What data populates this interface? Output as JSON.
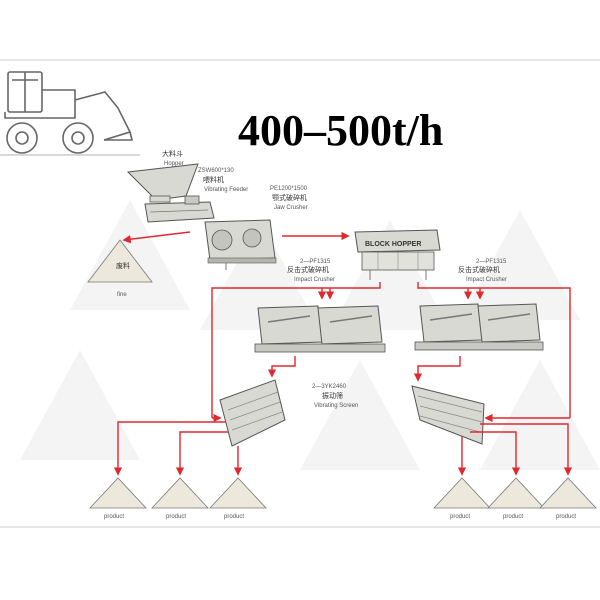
{
  "title": "400–500t/h",
  "colors": {
    "flow": "#e0282e",
    "outline": "#555555",
    "machine": "#d9d9d4",
    "product": "#ece8dc",
    "watermark": "#f3f3f3"
  },
  "labels": {
    "hopper_cn": "大料斗",
    "hopper_en": "Hopper",
    "feeder_model": "ZSW600*130",
    "feeder_cn": "喂料机",
    "feeder_en": "Vibrating Feeder",
    "jaw_model": "PE1200*1500",
    "jaw_cn": "颚式破碎机",
    "jaw_en": "Jaw Crusher",
    "block_hopper": "BLOCK HOPPER",
    "fines_cn": "废料",
    "fines_en": "fine",
    "impact_left_model": "2—PF1315",
    "impact_left_cn": "反击式破碎机",
    "impact_left_en": "Impact Crusher",
    "impact_right_model": "2—PF1315",
    "impact_right_cn": "反击式破碎机",
    "impact_right_en": "Impact Crusher",
    "screen_model": "2—3YK2460",
    "screen_cn": "振动筛",
    "screen_en": "Vibrating Screen"
  },
  "products": [
    "product",
    "product",
    "product",
    "product",
    "product",
    "product"
  ],
  "icons": [
    "wheel-loader-icon"
  ]
}
